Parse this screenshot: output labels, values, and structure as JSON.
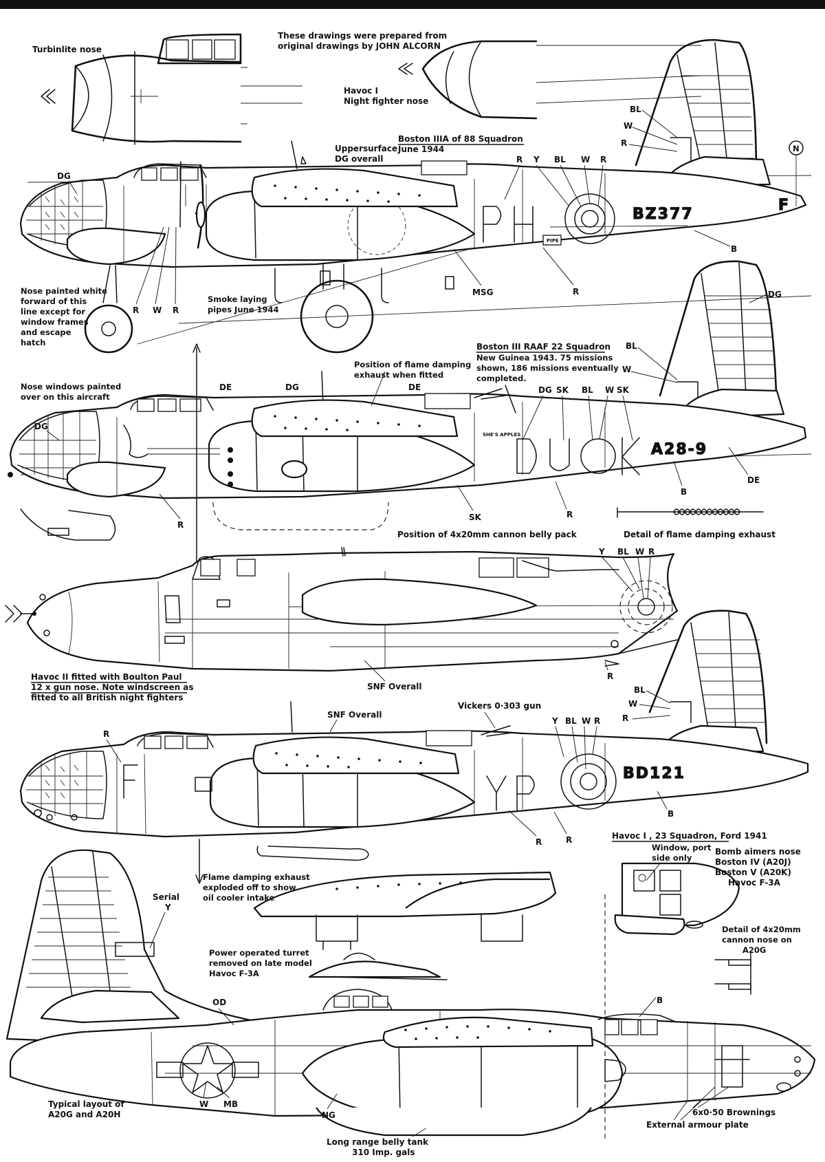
{
  "credit": {
    "line1": "These drawings were prepared from",
    "line2": "original drawings by JOHN ALCORN"
  },
  "noses": {
    "turbinlite": "Turbinlite nose",
    "havoc_line1": "Havoc I",
    "havoc_line2": "Night fighter nose"
  },
  "boston3a": {
    "title_line1": "Boston IIIA of 88 Squadron",
    "title_line2": "June 1944",
    "uppersurface_line1": "Uppersurface",
    "uppersurface_line2": "DG overall",
    "nose_note": [
      "Nose painted white",
      "forward of this",
      "line except for",
      "window frames",
      "and escape",
      "hatch"
    ],
    "smoke_line1": "Smoke laying",
    "smoke_line2": "pipes June 1944",
    "code_left": "P",
    "code_right": "H",
    "serial": "BZ377",
    "tail_letter": "F",
    "north_badge": "N",
    "tiny_plate": "PIPE",
    "labels": {
      "dg": "DG",
      "r_top": "R",
      "y_top": "Y",
      "bl_top": "BL",
      "w_top": "W",
      "r_top2": "R",
      "bl_fin": "BL",
      "w_fin": "W",
      "r_fin": "R",
      "r_u1": "R",
      "w_u": "W",
      "r_u2": "R",
      "msg": "MSG",
      "r_rear": "R",
      "b": "B"
    }
  },
  "boston3": {
    "title": "Boston III  RAAF 22 Squadron",
    "note": [
      "New Guinea 1943. 75 missions",
      "shown, 186 missions eventually",
      "completed."
    ],
    "flame_line1": "Position of flame damping",
    "flame_line2": "exhaust when fitted",
    "nosewin_line1": "Nose windows painted",
    "nosewin_line2": "over on this aircraft",
    "code": "DU",
    "code_k": "K",
    "serial": "A28-9",
    "nose_art": "SHE'S APPLES",
    "cannon_pack": "Position of 4x20mm cannon belly pack",
    "flame_detail": "Detail of flame damping exhaust",
    "labels": {
      "dg_fin": "DG",
      "bl_fin": "BL",
      "w_fin": "W",
      "de1": "DE",
      "dg2": "DG",
      "de2": "DE",
      "dg_nose": "DG",
      "dg_t": "DG",
      "sk_t1": "SK",
      "bl_t": "BL",
      "w_t": "W",
      "sk_t2": "SK",
      "r_nose": "R",
      "sk_b": "SK",
      "r_b": "R",
      "b": "B",
      "de_tail": "DE"
    }
  },
  "havoc2": {
    "title_line1": "Havoc II fitted with Boulton Paul",
    "title_line2": "12 x gun nose. Note windscreen as",
    "title_line3": "fitted to all British night fighters",
    "finish": "SNF Overall",
    "labels": {
      "y": "Y",
      "bl": "BL",
      "w": "W",
      "r": "R",
      "r_low": "R"
    }
  },
  "havoc1": {
    "finish": "SNF Overall",
    "gun": "Vickers 0·303 gun",
    "code_left": "F",
    "code": "YP",
    "serial": "BD121",
    "caption": "Havoc I , 23 Squadron, Ford 1941",
    "labels": {
      "r_nose": "R",
      "y": "Y",
      "bl": "BL",
      "w": "W",
      "r": "R",
      "bl_fin": "BL",
      "w_fin": "W",
      "r_fin": "R",
      "b": "B",
      "r_b1": "R",
      "r_b2": "R"
    }
  },
  "a20": {
    "flame_line1": "Flame damping exhaust",
    "flame_line2": "exploded off to show",
    "flame_line3": "oil cooler intake",
    "serial_label": "Serial",
    "serial_color": "Y",
    "turret_line1": "Power operated turret",
    "turret_line2": "removed on late model",
    "turret_line3": "Havoc F-3A",
    "od": "OD",
    "window_line1": "Window, port",
    "window_line2": "side only",
    "bomb_line1": "Bomb aimers nose",
    "bomb_line2": "Boston IV (A20J)",
    "bomb_line3": "Boston V (A20K)",
    "bomb_line4": "Havoc F-3A",
    "cannon_line1": "Detail of 4x20mm",
    "cannon_line2": "cannon nose on",
    "cannon_line3": "A20G",
    "b": "B",
    "typical_line1": "Typical layout of",
    "typical_line2": "A20G and A20H",
    "w": "W",
    "mb": "MB",
    "ng": "NG",
    "tank_line1": "Long range belly tank",
    "tank_line2": "310 Imp. gals",
    "brownings": "6x0·50 Brownings",
    "armour": "External armour plate"
  }
}
